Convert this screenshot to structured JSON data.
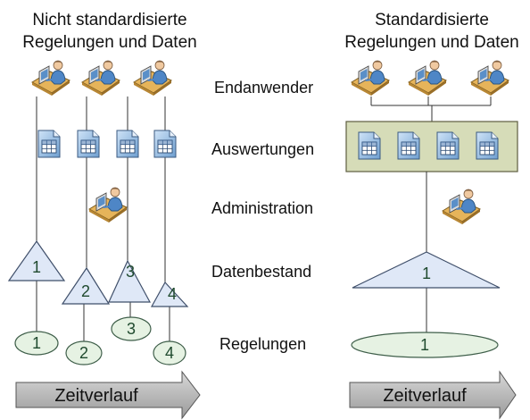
{
  "left_header": [
    "Nicht standardisierte",
    "Regelungen und Daten"
  ],
  "right_header": [
    "Standardisierte",
    "Regelungen und Daten"
  ],
  "row_labels": {
    "enduser": "Endanwender",
    "reports": "Auswertungen",
    "admin": "Administration",
    "data": "Datenbestand",
    "rules": "Regelungen"
  },
  "left_numbers": [
    "1",
    "2",
    "3",
    "4"
  ],
  "right_number": "1",
  "timeline_left": "Zeitverlauf",
  "timeline_right": "Zeitverlauf",
  "icons": {
    "user": "user-at-desk-icon",
    "report": "spreadsheet-document-icon"
  },
  "colors": {
    "shape_fill": "#dfe8f7",
    "shape_stroke": "#3f4f6a",
    "ellipse_fill": "#e6f2e3",
    "ellipse_stroke": "#3f5f4a",
    "box_fill": "#d6dcb8",
    "box_stroke": "#5e5e40",
    "arrow_fill": "#b2b2b2",
    "number_text": "#1f4a2e"
  }
}
